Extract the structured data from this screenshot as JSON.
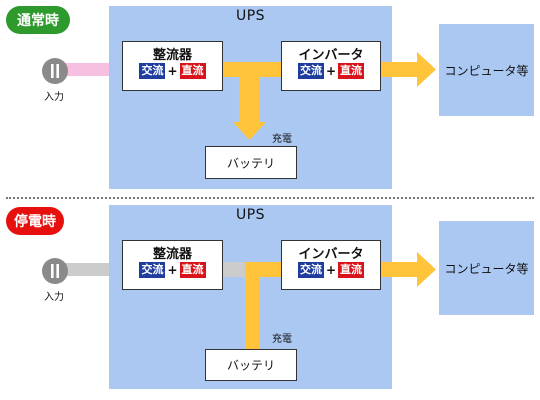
{
  "colors": {
    "normal_badge": "#2e9a2e",
    "outage_badge": "#e8100f",
    "panel": "#aac8f2",
    "ac_tag": "#1f3d9e",
    "dc_tag": "#d8141a",
    "power_flow": "#ffc43a",
    "utility_live": "#f7bfe0",
    "utility_dead": "#cccccc",
    "plug": "#8a8a8a"
  },
  "icons": [
    "power-plug-icon"
  ],
  "normal": {
    "badge": "通常時",
    "ups_title": "UPS",
    "rectifier": {
      "title": "整流器",
      "ac": "交流",
      "plus": "+",
      "dc": "直流"
    },
    "inverter": {
      "title": "インバータ",
      "ac": "交流",
      "plus": "+",
      "dc": "直流"
    },
    "battery": "バッテリ",
    "charge_label": "充電",
    "input_label": "入力",
    "computer": "コンピュータ等"
  },
  "outage": {
    "badge": "停電時",
    "ups_title": "UPS",
    "rectifier": {
      "title": "整流器",
      "ac": "交流",
      "plus": "+",
      "dc": "直流"
    },
    "inverter": {
      "title": "インバータ",
      "ac": "交流",
      "plus": "+",
      "dc": "直流"
    },
    "battery": "バッテリ",
    "charge_label": "充電",
    "input_label": "入力",
    "computer": "コンピュータ等"
  }
}
